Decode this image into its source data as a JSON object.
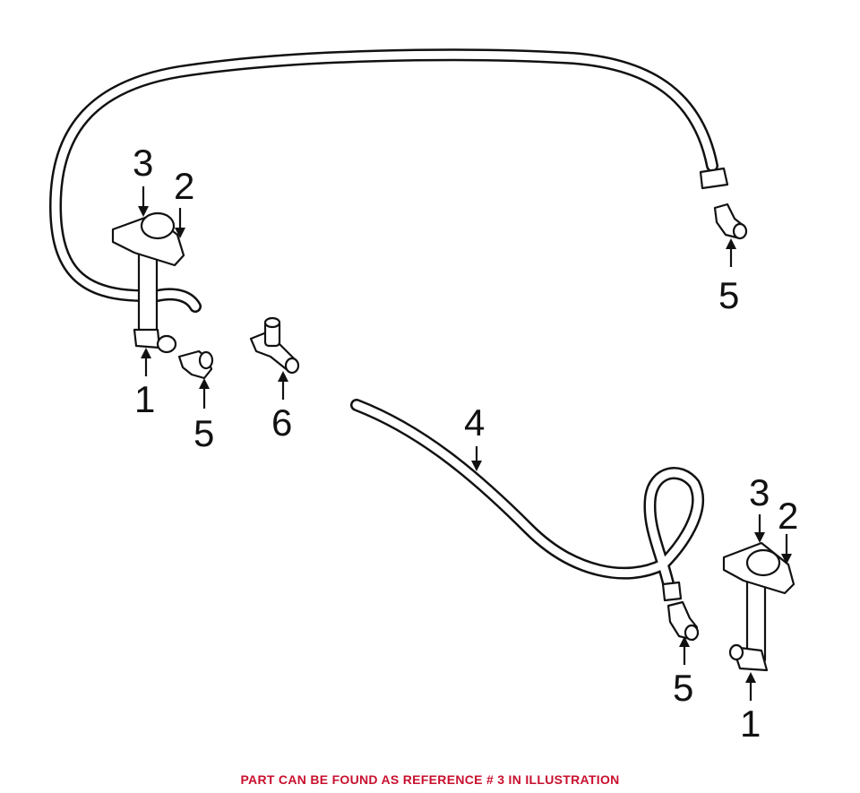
{
  "callouts": {
    "left_nozzle_label": "1",
    "left_cap_label": "2",
    "left_cover_label": "3",
    "left_elbow_label": "5",
    "tee_label": "6",
    "top_elbow_label": "5",
    "hose_label": "4",
    "right_elbow_label": "5",
    "right_nozzle_label": "1",
    "right_cover_label": "3",
    "right_cap_label": "2"
  },
  "caption": {
    "text": "PART CAN BE FOUND AS REFERENCE # 3 IN ILLUSTRATION",
    "color": "#c8102e"
  }
}
